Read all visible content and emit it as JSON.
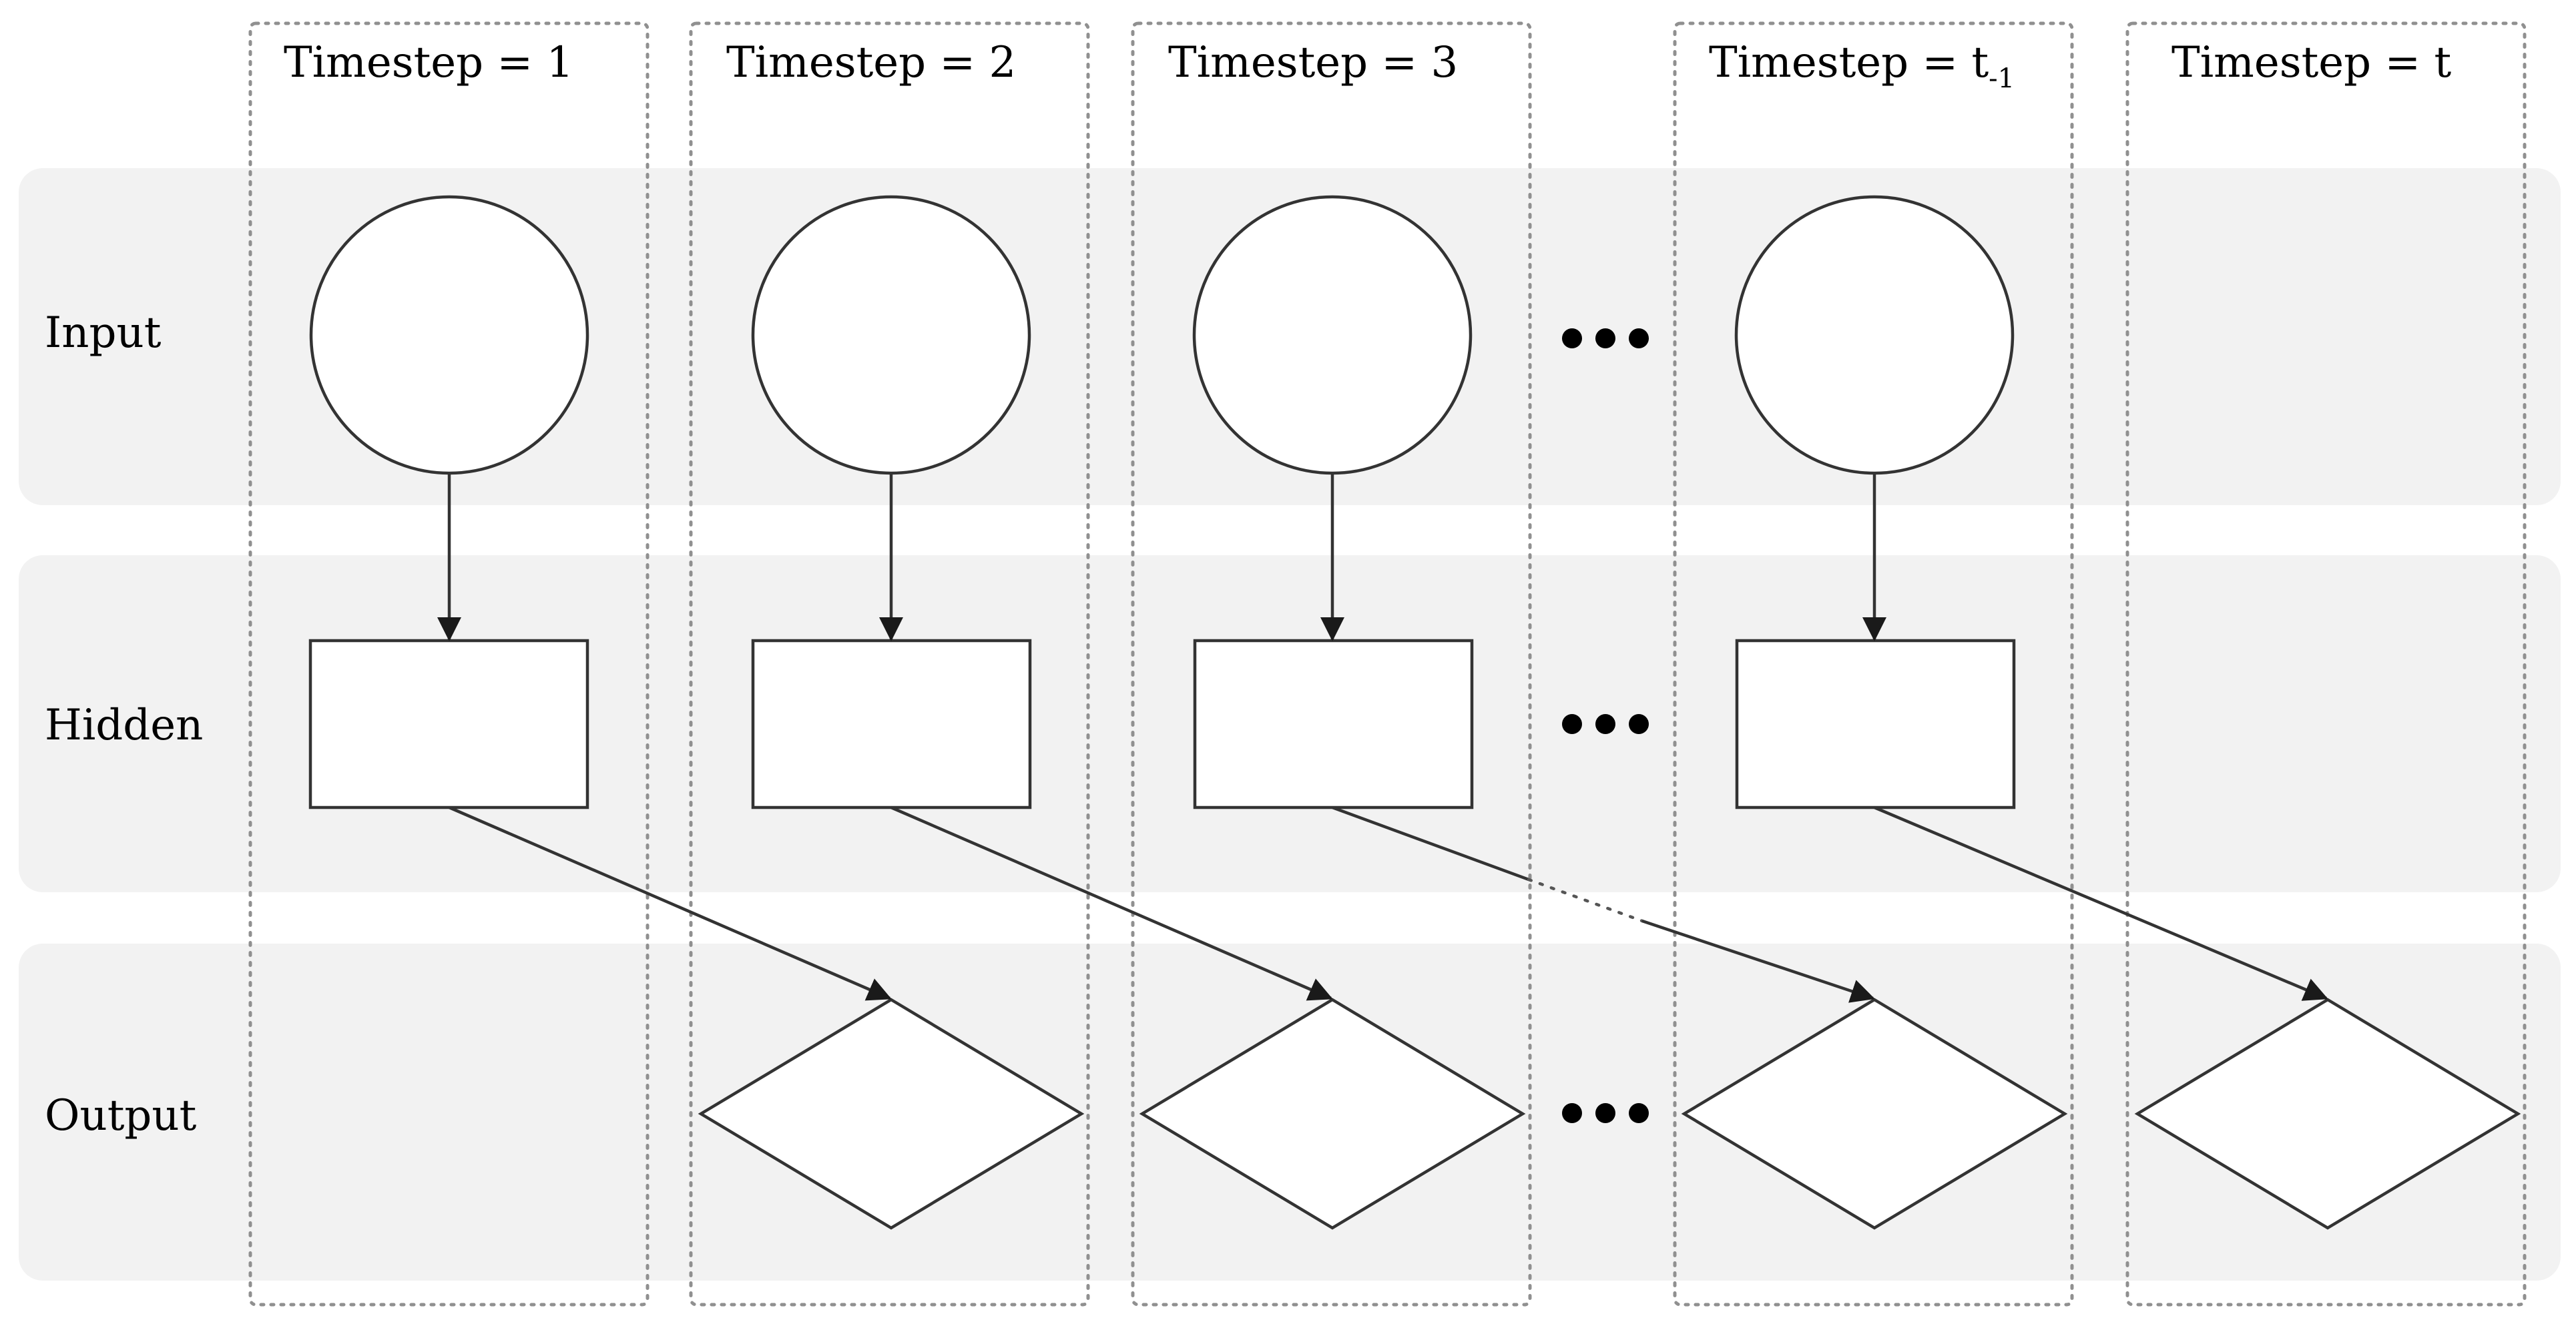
{
  "rows": [
    {
      "id": "input",
      "label": "Input"
    },
    {
      "id": "hidden",
      "label": "Hidden"
    },
    {
      "id": "output",
      "label": "Output"
    }
  ],
  "timesteps": [
    {
      "label": "Timestep = 1",
      "subscript": ""
    },
    {
      "label": "Timestep = 2",
      "subscript": ""
    },
    {
      "label": "Timestep = 3",
      "subscript": ""
    },
    {
      "label": "Timestep = t",
      "subscript": "-1"
    },
    {
      "label": "Timestep = t",
      "subscript": ""
    }
  ],
  "ellipsis": "•••"
}
